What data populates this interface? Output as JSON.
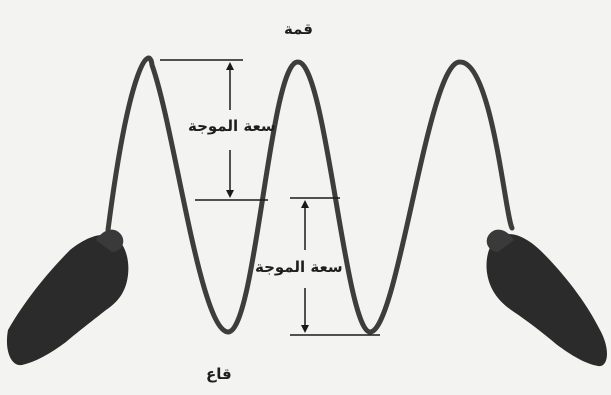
{
  "labels": {
    "crest": "قمة",
    "trough": "قاع",
    "amplitude_top": "سعة الموجة",
    "amplitude_bottom": "سعة الموجة"
  },
  "colors": {
    "rope": "#3d3d3d",
    "hand": "#2b2b2b",
    "lines": "#1a1a1a",
    "background": "#f3f3f1"
  },
  "icons": {
    "left_hand": "hand-holding-rope-icon",
    "right_hand": "hand-holding-rope-icon"
  }
}
